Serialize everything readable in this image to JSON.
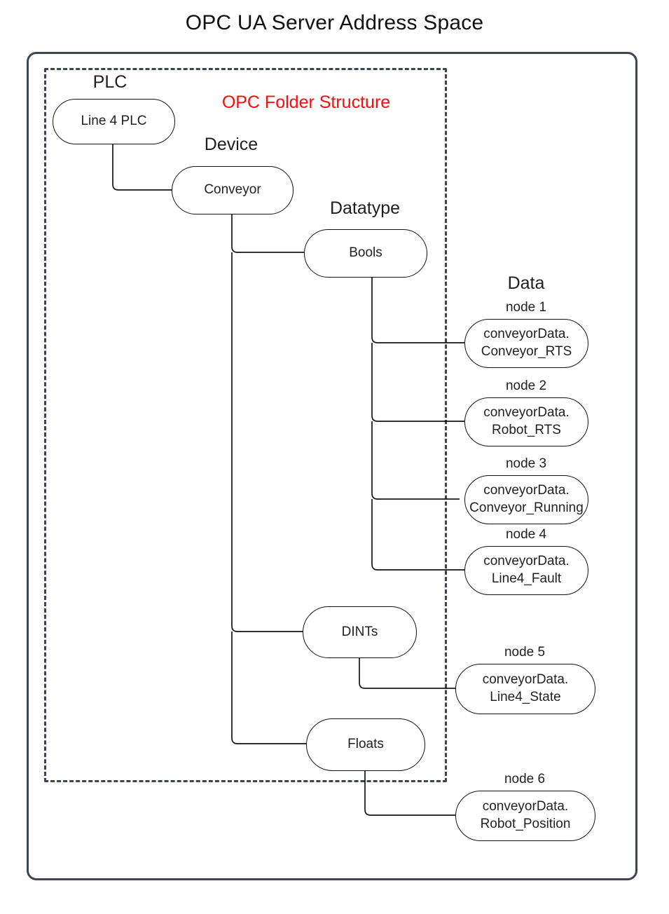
{
  "title": "OPC UA Server Address Space",
  "annotation": {
    "text": "OPC Folder Structure",
    "color": "#f70d0d"
  },
  "level_labels": {
    "plc": "PLC",
    "device": "Device",
    "datatype": "Datatype",
    "data": "Data"
  },
  "folders": {
    "plc": {
      "label": "Line 4 PLC"
    },
    "device": {
      "label": "Conveyor"
    },
    "datatypes": [
      {
        "label": "Bools"
      },
      {
        "label": "DINTs"
      },
      {
        "label": "Floats"
      }
    ]
  },
  "data_nodes": [
    {
      "name": "node 1",
      "lines": [
        "conveyorData.",
        "Conveyor_RTS"
      ],
      "folder": "Bools"
    },
    {
      "name": "node 2",
      "lines": [
        "conveyorData.",
        "Robot_RTS"
      ],
      "folder": "Bools"
    },
    {
      "name": "node 3",
      "lines": [
        "conveyorData.",
        "Conveyor_Running"
      ],
      "folder": "Bools"
    },
    {
      "name": "node 4",
      "lines": [
        "conveyorData.",
        "Line4_Fault"
      ],
      "folder": "Bools"
    },
    {
      "name": "node 5",
      "lines": [
        "conveyorData.",
        "Line4_State"
      ],
      "folder": "DINTs"
    },
    {
      "name": "node 6",
      "lines": [
        "conveyorData.",
        "Robot_Position"
      ],
      "folder": "Floats"
    }
  ],
  "colors": {
    "frame": "#3e4552",
    "connector": "#151515",
    "text": "#1f1f1f",
    "annotation": "#f70d0d",
    "node_fill": "#ffffff"
  }
}
